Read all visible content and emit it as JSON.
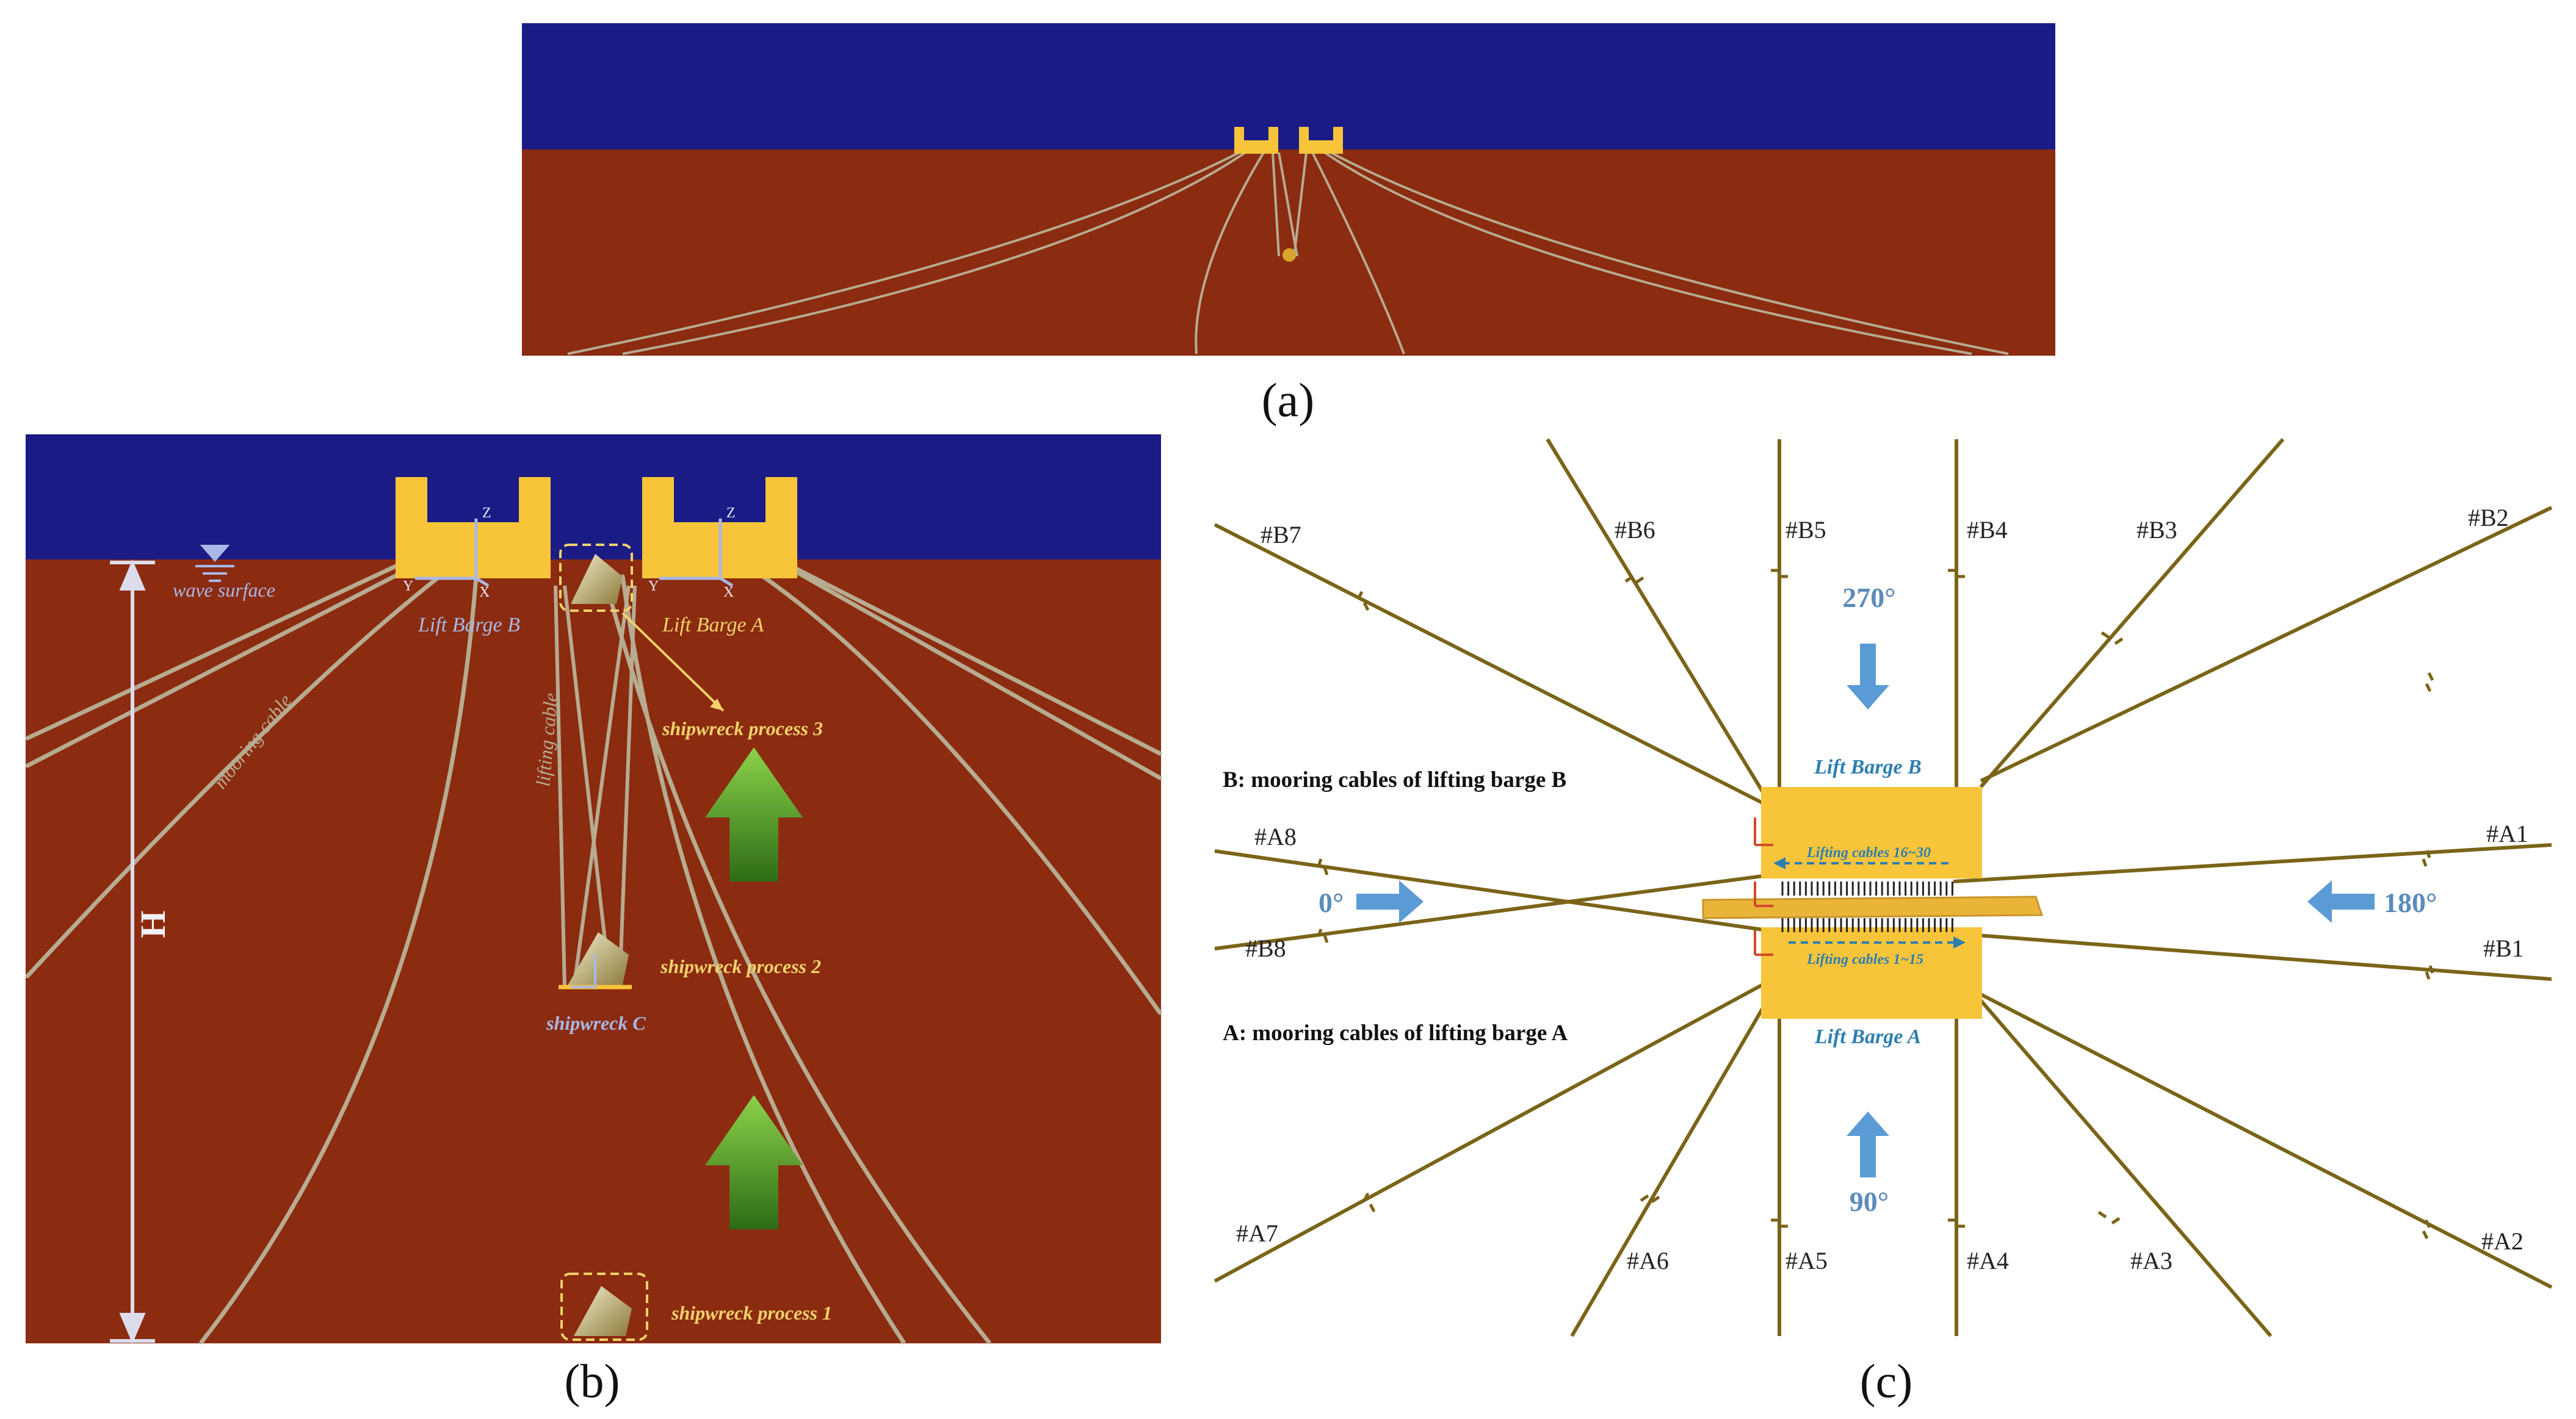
{
  "captions": {
    "a": "(a)",
    "b": "(b)",
    "c": "(c)"
  },
  "colors": {
    "sea": "#1b1b86",
    "seabed": "#8b2b10",
    "barge": "#f8c43a",
    "cable_c": "#7a6418",
    "arrow_blue": "#5b9bd5",
    "arrow_green": "#4f9a2a",
    "label_yellow": "#f3d36a",
    "label_blue": "#a9b8e6"
  },
  "panel_b": {
    "wave_surface": "wave surface",
    "lift_barge_b": "Lift Barge B",
    "lift_barge_a": "Lift Barge A",
    "mooring_cable": "mooring cable",
    "lifting_cable": "lifting cable",
    "process_3": "shipwreck process 3",
    "process_2": "shipwreck process 2",
    "process_1": "shipwreck process 1",
    "shipwreck_c": "shipwreck C",
    "depth_label": "H",
    "axis_z": "Z",
    "axis_y": "Y",
    "axis_x": "X"
  },
  "panel_c": {
    "legend_b": "B: mooring cables of lifting barge B",
    "legend_a": "A: mooring cables of lifting barge A",
    "lift_barge_b": "Lift Barge B",
    "lift_barge_a": "Lift Barge A",
    "lifting_cables_top": "Lifting cables 16~30",
    "lifting_cables_bottom": "Lifting cables 1~15",
    "dir_270": "270°",
    "dir_90": "90°",
    "dir_0": "0°",
    "dir_180": "180°",
    "cables_b": [
      "#B1",
      "#B2",
      "#B3",
      "#B4",
      "#B5",
      "#B6",
      "#B7",
      "#B8"
    ],
    "cables_a": [
      "#A1",
      "#A2",
      "#A3",
      "#A4",
      "#A5",
      "#A6",
      "#A7",
      "#A8"
    ]
  }
}
